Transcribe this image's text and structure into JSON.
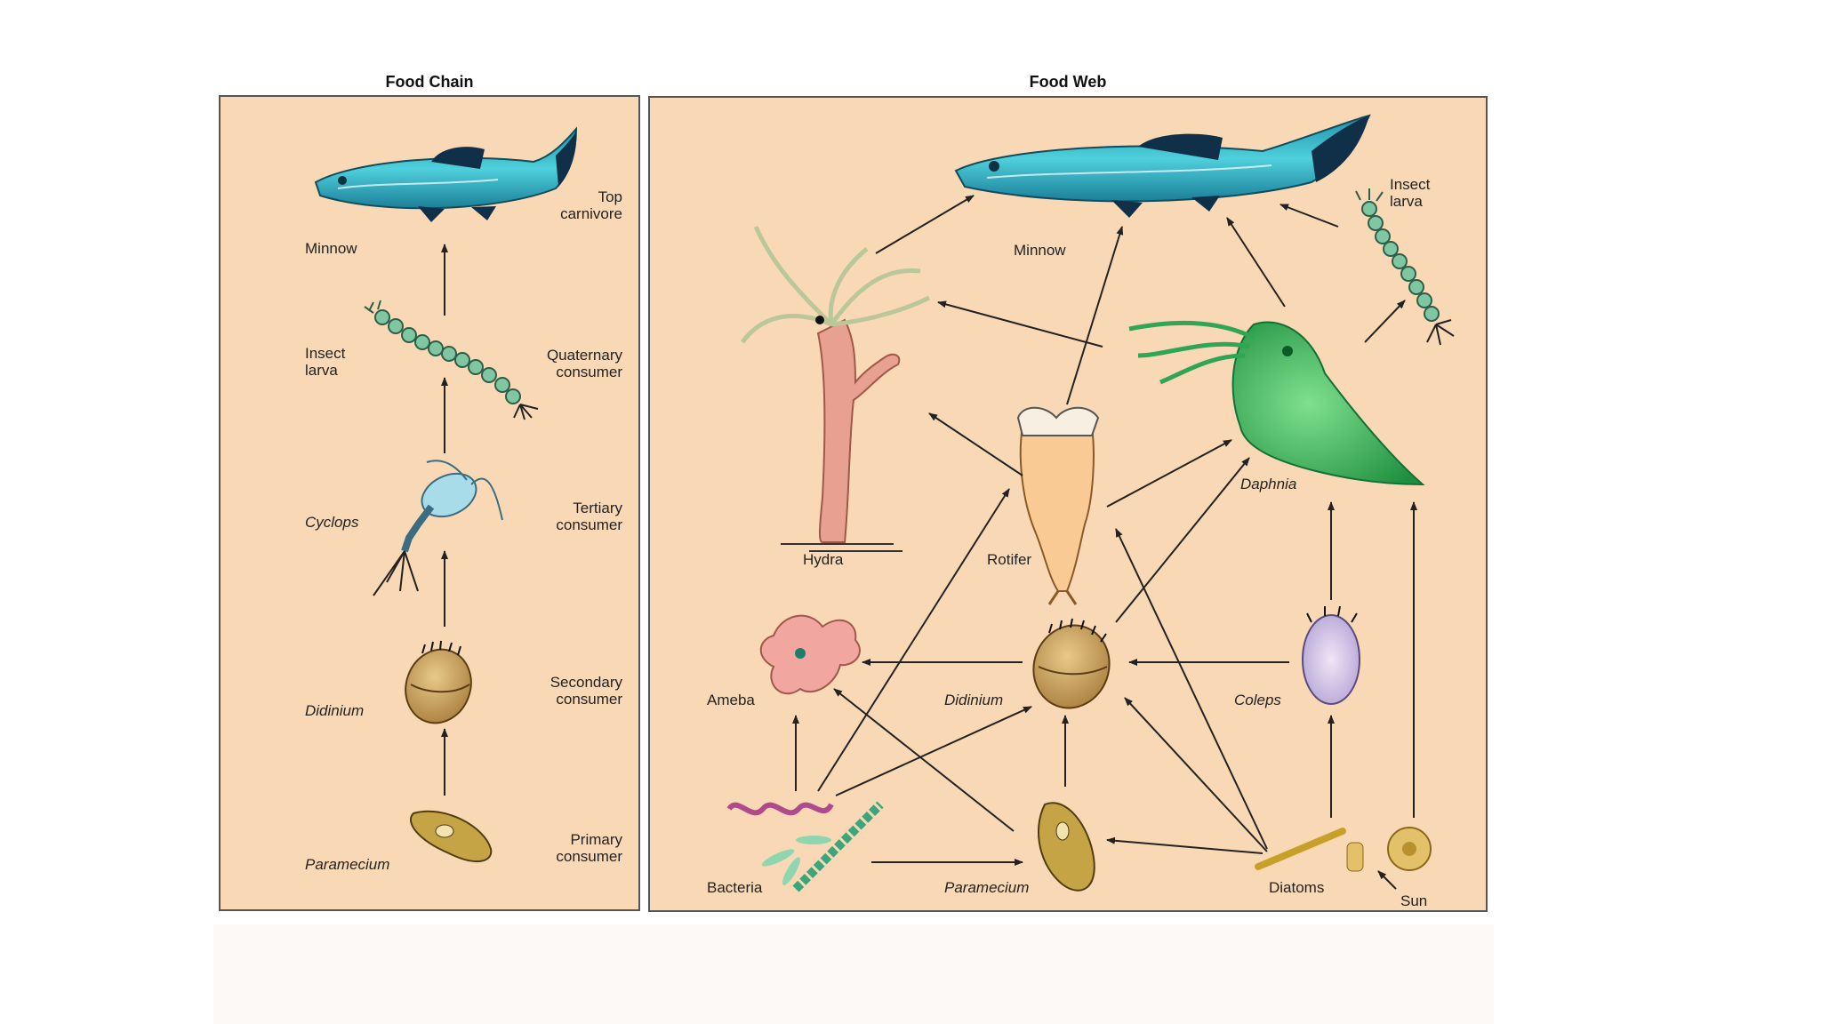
{
  "food_chain": {
    "title": "Food Chain",
    "levels": [
      {
        "organism": "Minnow",
        "role": "Top\ncarnivore"
      },
      {
        "organism": "Insect\nlarva",
        "role": "Quaternary\nconsumer"
      },
      {
        "organism": "Cyclops",
        "role": "Tertiary\nconsumer"
      },
      {
        "organism": "Didinium",
        "role": "Secondary\nconsumer"
      },
      {
        "organism": "Paramecium",
        "role": "Primary\nconsumer"
      }
    ]
  },
  "food_web": {
    "title": "Food Web",
    "labels": {
      "minnow": "Minnow",
      "insect_larva": "Insect\nlarva",
      "hydra": "Hydra",
      "rotifer": "Rotifer",
      "daphnia": "Daphnia",
      "ameba": "Ameba",
      "didinium": "Didinium",
      "coleps": "Coleps",
      "bacteria": "Bacteria",
      "paramecium": "Paramecium",
      "diatoms": "Diatoms",
      "sun": "Sun"
    }
  },
  "colors": {
    "panel_bg": "#f9d9b5",
    "fish": "#3fb8c8",
    "daphnia": "#3aa65a",
    "larva": "#7fc7a2",
    "hydra": "#e8a090"
  }
}
